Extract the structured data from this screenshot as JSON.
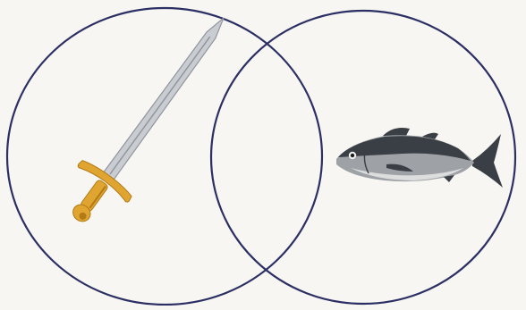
{
  "diagram": {
    "type": "venn",
    "colors": {
      "background": "#f7f6f3",
      "circle_stroke": "#2c2f63",
      "blade": "#c9ccd1",
      "blade_edge": "#8f949b",
      "hilt": "#e0a531",
      "hilt_shadow": "#b27a14",
      "fish_body": "#9ea2a6",
      "fish_back": "#3a3e45",
      "fish_belly": "#dcdede"
    },
    "sets": [
      {
        "id": "left",
        "content_icon": "sword-icon"
      },
      {
        "id": "right",
        "content_icon": "fish-icon"
      }
    ]
  }
}
